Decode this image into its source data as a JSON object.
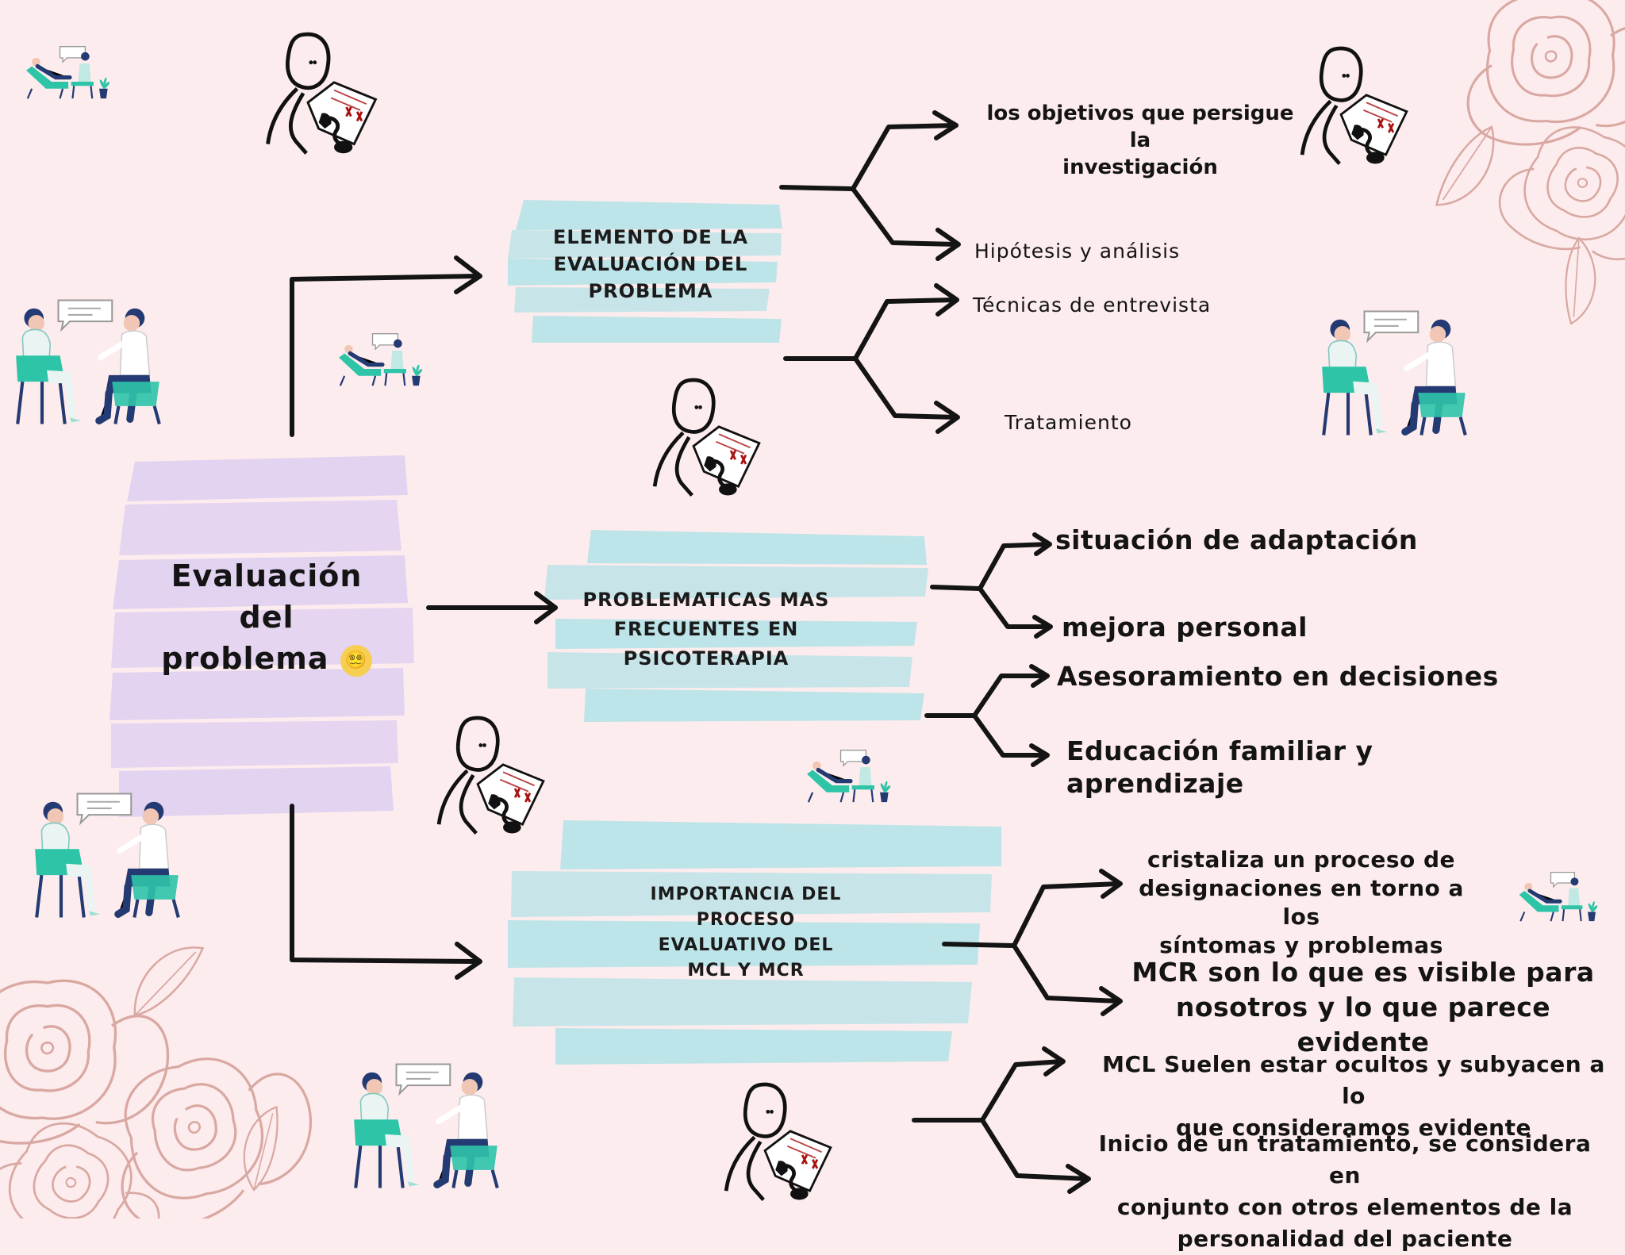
{
  "central": {
    "line1": "Evaluación",
    "line2": "del",
    "line3": "problema",
    "emoji": "😵‍💫"
  },
  "categories": [
    {
      "line1": "ELEMENTO DE LA",
      "line2": "EVALUACIÓN DEL",
      "line3": "PROBLEMA"
    },
    {
      "line1": "PROBLEMATICAS MAS",
      "line2": "FRECUENTES EN",
      "line3": "PSICOTERAPIA"
    },
    {
      "line1": "IMPORTANCIA DEL",
      "line2": "PROCESO",
      "line3": "EVALUATIVO DEL",
      "line4": "MCL Y MCR"
    }
  ],
  "leaves": {
    "objetivos": {
      "line1": "los objetivos que persigue la",
      "line2": "investigación"
    },
    "hipotesis": "Hipótesis y análisis",
    "tecnicas": "Técnicas de entrevista",
    "tratamiento": "Tratamiento",
    "situacion": "situación de adaptación",
    "mejora": "mejora personal",
    "asesoramiento": "Asesoramiento en decisiones",
    "educacion": "Educación familiar y aprendizaje",
    "cristaliza": {
      "line1": "cristaliza un proceso de",
      "line2": "designaciones en torno a los",
      "line3": "síntomas y problemas"
    },
    "mcr": {
      "line1": "MCR son lo que es visible para",
      "line2": "nosotros y lo que parece evidente"
    },
    "mcl": {
      "line1": "MCL Suelen estar ocultos y subyacen a lo",
      "line2": "que consideramos evidente"
    },
    "inicio": {
      "line1": "Inicio de un tratamiento, se considera en",
      "line2": "conjunto con otros elementos de la",
      "line3": "personalidad del paciente"
    }
  },
  "colors": {
    "background": "#fdeced",
    "lavender": "#e2d3f1",
    "aqua": "#bde4e8",
    "teal": "#2ec4a8",
    "navy": "#243a73",
    "rose": "#d9a8a2"
  },
  "icons": [
    "doctor-with-clipboard-icon",
    "therapy-session-icon",
    "patient-on-couch-icon",
    "rose-outline-icon",
    "dizzy-face-emoji"
  ]
}
